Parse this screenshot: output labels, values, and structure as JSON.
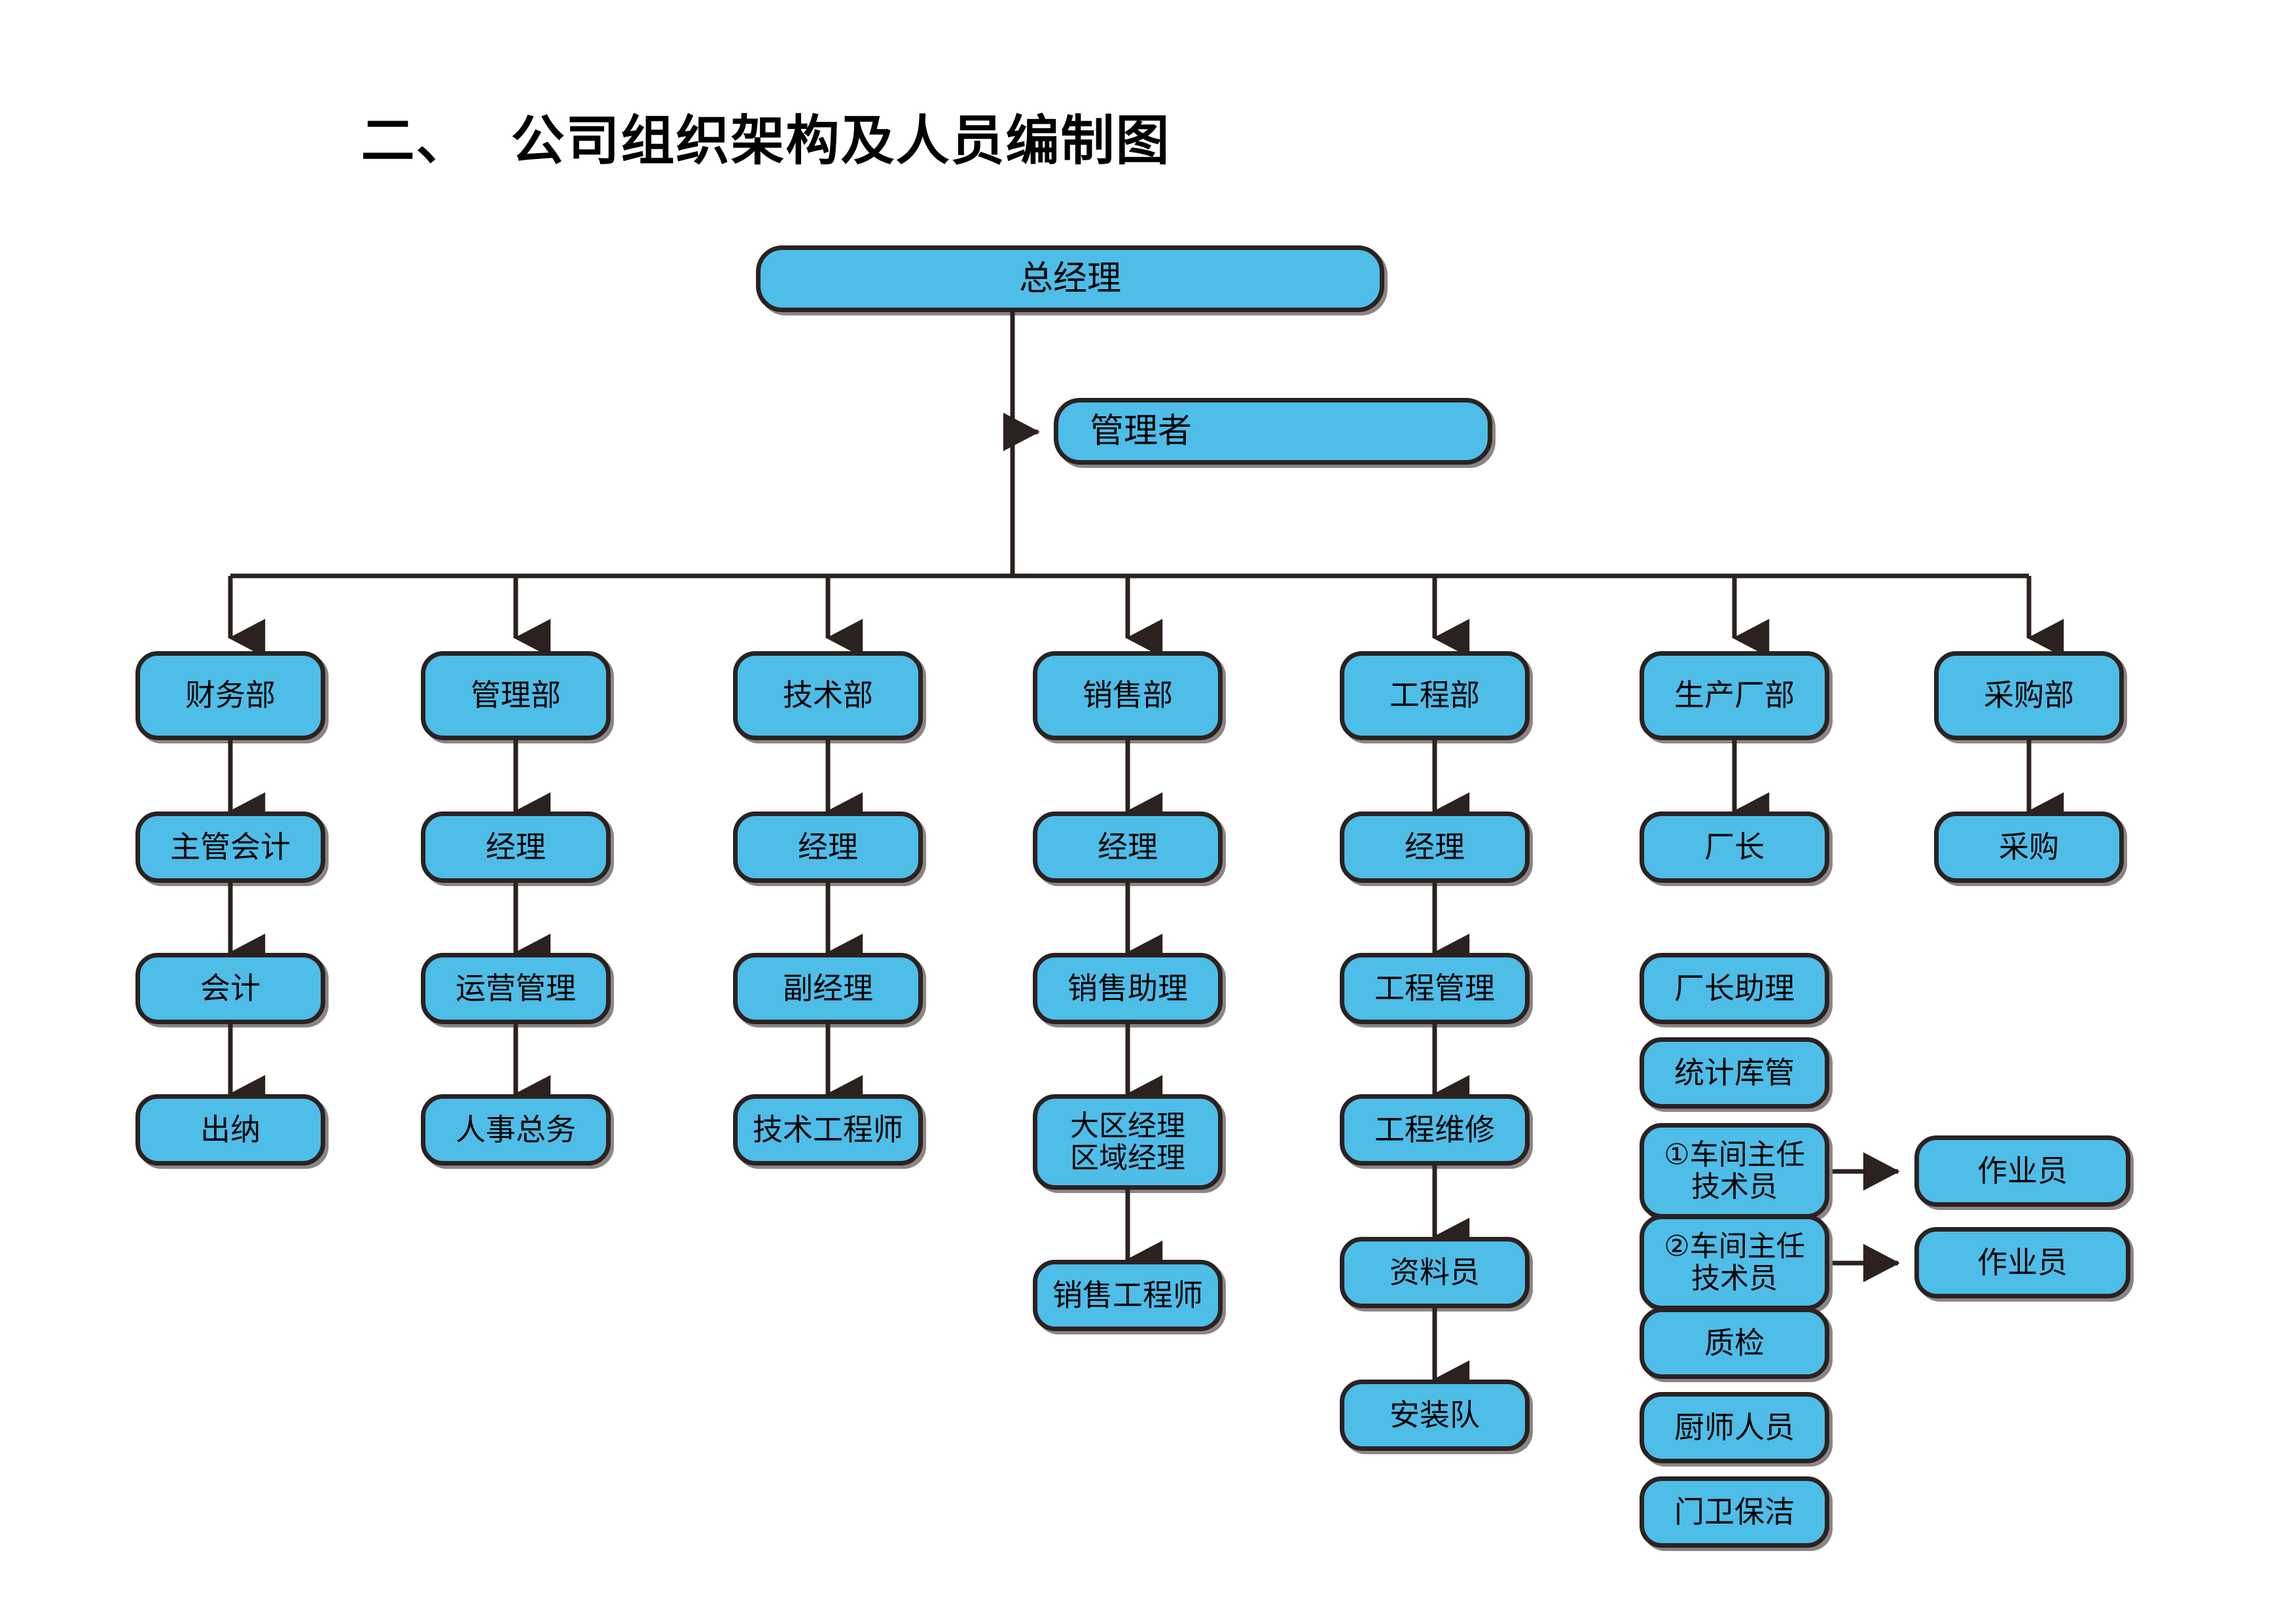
{
  "title": "二、  公司组织架构及人员编制图",
  "colors": {
    "node_fill": "#4EBDE8",
    "node_border": "#2B2220",
    "connector": "#2B2220",
    "text": "#000000",
    "background": "#FFFFFF"
  },
  "top": {
    "general_manager": "总经理",
    "manager": "管理者"
  },
  "departments": [
    {
      "name": "财务部",
      "roles": [
        "主管会计",
        "会计",
        "出纳"
      ]
    },
    {
      "name": "管理部",
      "roles": [
        "经理",
        "运营管理",
        "人事总务"
      ]
    },
    {
      "name": "技术部",
      "roles": [
        "经理",
        "副经理",
        "技术工程师"
      ]
    },
    {
      "name": "销售部",
      "roles": [
        "经理",
        "销售助理",
        "大区经理\n区域经理",
        "销售工程师"
      ]
    },
    {
      "name": "工程部",
      "roles": [
        "经理",
        "工程管理",
        "工程维修",
        "资料员",
        "安装队"
      ]
    },
    {
      "name": "生产厂部",
      "roles": [
        "厂长",
        "厂长助理",
        "统计库管",
        "①车间主任\n技术员",
        "②车间主任\n技术员",
        "质检",
        "厨师人员",
        "门卫保洁"
      ]
    },
    {
      "name": "采购部",
      "roles": [
        "采购"
      ]
    }
  ],
  "operators": [
    {
      "label": "作业员"
    },
    {
      "label": "作业员"
    }
  ]
}
